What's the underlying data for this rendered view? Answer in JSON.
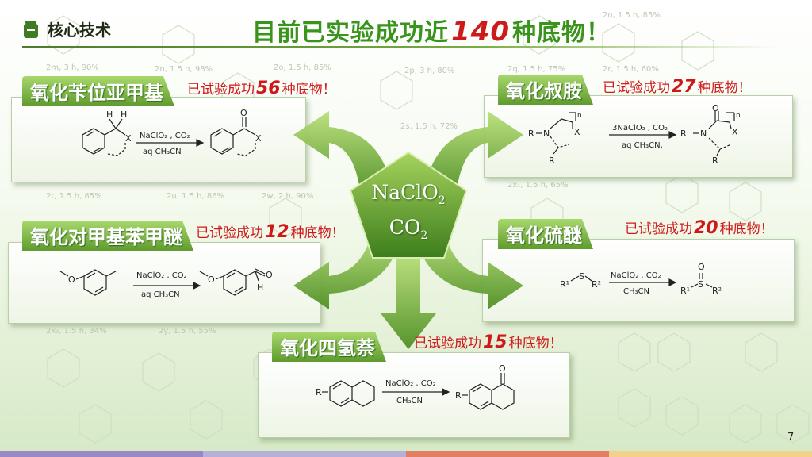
{
  "header": {
    "label": "核心技术",
    "title_prefix": "目前已实验成功近",
    "title_number": "140",
    "title_suffix": "种底物！"
  },
  "center": {
    "reagent_line1": "NaClO",
    "reagent_line1_sub": "2",
    "reagent_line2": "CO",
    "reagent_line2_sub": "2"
  },
  "sections": {
    "benzylic": {
      "tag": "氧化苄位亚甲基",
      "success_prefix": "已试验成功",
      "count": "56",
      "success_suffix": "种底物！"
    },
    "tert_amine": {
      "tag": "氧化叔胺",
      "success_prefix": "已试验成功",
      "count": "27",
      "success_suffix": "种底物！"
    },
    "methyl_ether": {
      "tag": "氧化对甲基苯甲醚",
      "success_prefix": "已试验成功",
      "count": "12",
      "success_suffix": "种底物！"
    },
    "sulfide": {
      "tag": "氧化硫醚",
      "success_prefix": "已试验成功",
      "count": "20",
      "success_suffix": "种底物！"
    },
    "tetralin": {
      "tag": "氧化四氢萘",
      "success_prefix": "已试验成功",
      "count": "15",
      "success_suffix": "种底物！"
    }
  },
  "conditions": {
    "benzylic_top": "NaClO₂ , CO₂",
    "benzylic_bottom": "aq CH₃CN",
    "amine_top": "3NaClO₂ , CO₂",
    "amine_bottom": "aq CH₃CN,",
    "ether_top": "NaClO₂ , CO₂",
    "ether_bottom": "aq CH₃CN",
    "sulfide_top": "NaClO₂ , CO₂",
    "sulfide_bottom": "CH₃CN",
    "tetralin_top": "NaClO₂ , CO₂",
    "tetralin_bottom": "CH₃CN"
  },
  "atoms": {
    "H": "H",
    "X": "X",
    "O": "O",
    "N": "N",
    "R": "R",
    "n": "n",
    "S": "S",
    "R1": "R¹",
    "R2": "R²"
  },
  "background_labels": [
    "2m, 3 h, 90%",
    "2n, 1.5 h, 98%",
    "2o, 1.5 h, 85%",
    "2p, 3 h, 80%",
    "2q, 1.5 h, 75%",
    "2r, 1.5 h, 60%",
    "2s, 1.5 h, 72%",
    "2t, 1.5 h, 85%",
    "2u, 1.5 h, 86%",
    "2w, 2 h, 90%",
    "2x₁, 1.5 h, 65%",
    "2x₂, 1.5 h, 34%",
    "2y, 1.5 h, 55%",
    "2o, 1.5 h, 85%"
  ],
  "page_number": "7",
  "colors": {
    "accent_green": "#39941c",
    "success_red": "#d01818",
    "tag_green": "#6aa636",
    "arrow_green": "#7ab83f"
  },
  "footer_colors": [
    "#9a88c4",
    "#b7b0d6",
    "#e07f63",
    "#f4d18a"
  ]
}
